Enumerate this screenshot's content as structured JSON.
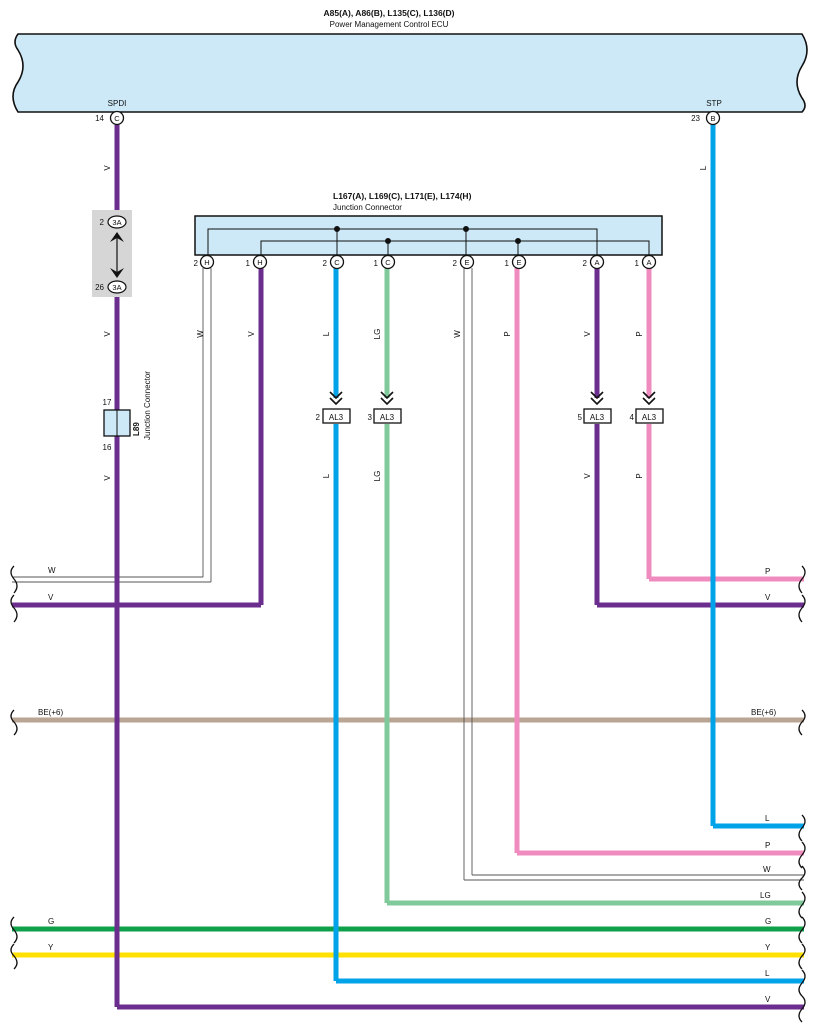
{
  "ecu": {
    "title": "A85(A), A86(B), L135(C), L136(D)",
    "name": "Power Management Control ECU",
    "pins": [
      {
        "label": "SPDI",
        "num": "14",
        "conn": "C"
      },
      {
        "label": "STP",
        "num": "23",
        "conn": "B"
      }
    ]
  },
  "junction_top": {
    "title": "L167(A), L169(C), L171(E), L174(H)",
    "name": "Junction Connector",
    "pins": [
      {
        "num": "2",
        "conn": "H"
      },
      {
        "num": "1",
        "conn": "H"
      },
      {
        "num": "2",
        "conn": "C"
      },
      {
        "num": "1",
        "conn": "C"
      },
      {
        "num": "2",
        "conn": "E"
      },
      {
        "num": "1",
        "conn": "E"
      },
      {
        "num": "2",
        "conn": "A"
      },
      {
        "num": "1",
        "conn": "A"
      }
    ]
  },
  "inline_3a": {
    "conn": "3A",
    "pin_top": "2",
    "pin_bottom": "26"
  },
  "l89": {
    "id": "L89",
    "name": "Junction Connector",
    "pin_top": "17",
    "pin_bottom": "16"
  },
  "al3": [
    {
      "num": "2",
      "conn": "AL3"
    },
    {
      "num": "3",
      "conn": "AL3"
    },
    {
      "num": "5",
      "conn": "AL3"
    },
    {
      "num": "4",
      "conn": "AL3"
    }
  ],
  "wire_labels": {
    "v1": "V",
    "l_stp": "L",
    "v2": "V",
    "v3": "V",
    "w_h2": "W",
    "v_h1": "V",
    "l_c2": "L",
    "lg_c1": "LG",
    "w_e2": "W",
    "p_e1": "P",
    "v_a2": "V",
    "p_a1": "P",
    "l_c2b": "L",
    "lg_c1b": "LG",
    "v_a2b": "V",
    "p_a1b": "P"
  },
  "buses": [
    {
      "left": "W",
      "right": ""
    },
    {
      "left": "V",
      "right": "V"
    },
    {
      "left": "",
      "right": "P"
    },
    {
      "left": "BE(+6)",
      "right": "BE(+6)"
    },
    {
      "left": "",
      "right": "L"
    },
    {
      "left": "",
      "right": "P"
    },
    {
      "left": "",
      "right": "W"
    },
    {
      "left": "",
      "right": "LG"
    },
    {
      "left": "G",
      "right": "G"
    },
    {
      "left": "Y",
      "right": "Y"
    },
    {
      "left": "",
      "right": "L"
    },
    {
      "left": "",
      "right": "V"
    }
  ],
  "colors": {
    "violet": "#6b2d8e",
    "blue": "#00a2e8",
    "lightgreen": "#7fc99b",
    "pink": "#f08bbf",
    "beige": "#b9a593",
    "green": "#0fa04a",
    "yellow": "#ffe000",
    "ecu_fill": "#cde9f7"
  }
}
